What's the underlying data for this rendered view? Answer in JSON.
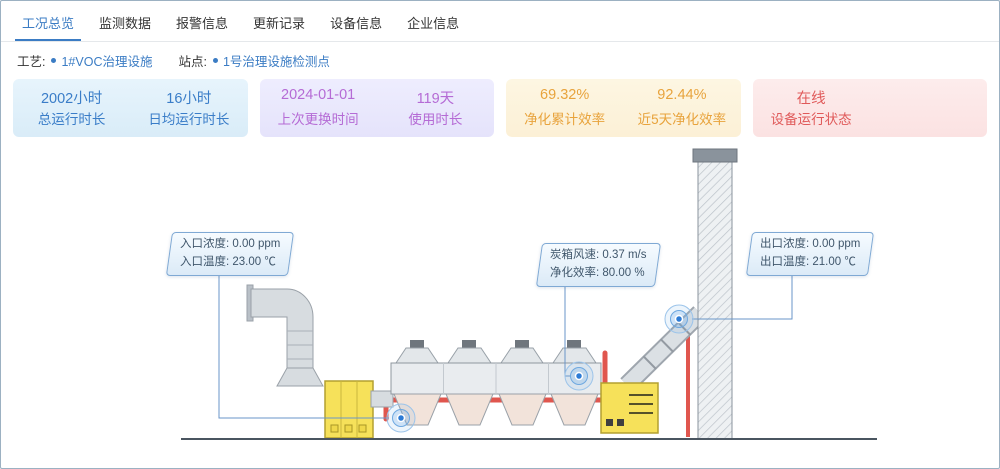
{
  "tabs": [
    {
      "label": "工况总览"
    },
    {
      "label": "监测数据"
    },
    {
      "label": "报警信息"
    },
    {
      "label": "更新记录"
    },
    {
      "label": "设备信息"
    },
    {
      "label": "企业信息"
    }
  ],
  "filters": {
    "process_label": "工艺:",
    "process_value": "1#VOC治理设施",
    "site_label": "站点:",
    "site_value": "1号治理设施检测点"
  },
  "stats": {
    "runtime": {
      "total_value": "2002小时",
      "total_label": "总运行时长",
      "daily_value": "16小时",
      "daily_label": "日均运行时长"
    },
    "replacement": {
      "date_value": "2024-01-01",
      "date_label": "上次更换时间",
      "days_value": "119天",
      "days_label": "使用时长"
    },
    "efficiency": {
      "cumulative_value": "69.32%",
      "cumulative_label": "净化累计效率",
      "recent_value": "92.44%",
      "recent_label": "近5天净化效率"
    },
    "status": {
      "value": "在线",
      "label": "设备运行状态"
    }
  },
  "diagram": {
    "inlet_tooltip": {
      "line1": "入口浓度: 0.00 ppm",
      "line2": "入口温度: 23.00 ℃"
    },
    "carbon_tooltip": {
      "line1": "炭箱风速: 0.37 m/s",
      "line2": "净化效率: 80.00 %"
    },
    "outlet_tooltip": {
      "line1": "出口浓度: 0.00 ppm",
      "line2": "出口温度: 21.00 ℃"
    }
  },
  "colors": {
    "accent": "#3b7cc4",
    "runtime_text": "#3a7dc8",
    "replacement_text": "#b56bd5",
    "efficiency_text": "#e8a33c",
    "status_text": "#e05a5a",
    "pipe_red": "#e0564e",
    "equipment_yellow": "#f6e15a"
  }
}
